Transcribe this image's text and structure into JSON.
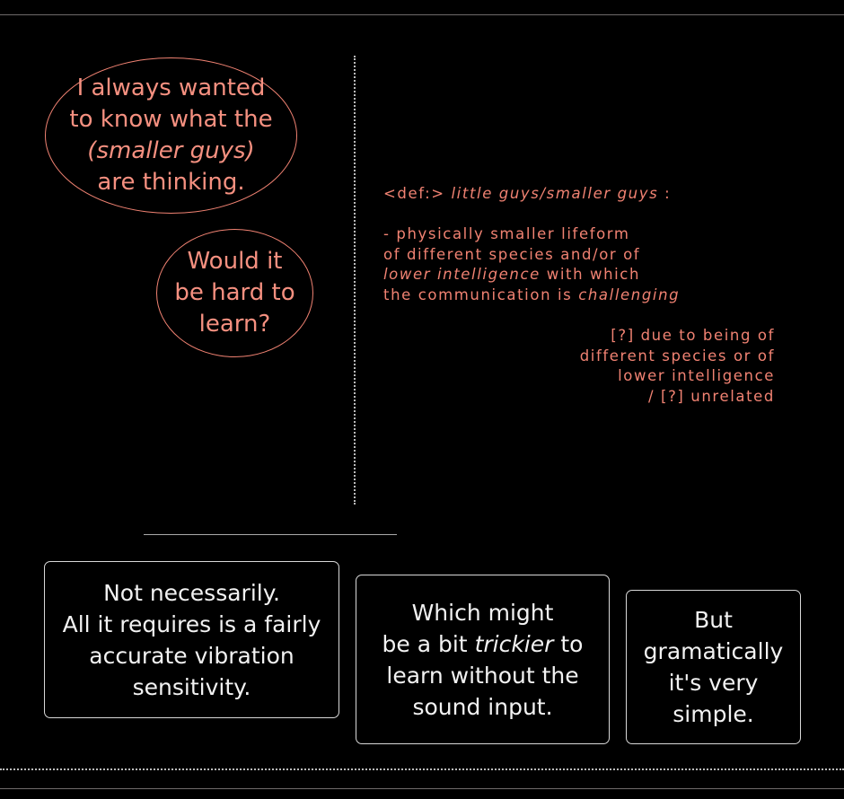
{
  "bubbles": [
    {
      "lines": [
        "I always wanted",
        "to know what the",
        "(smaller guys)",
        "are thinking."
      ]
    },
    {
      "lines": [
        "Would it",
        "be hard to",
        "learn?"
      ]
    }
  ],
  "definition": {
    "prefix": "<def:> ",
    "term": "little guys/smaller guys",
    "term_suffix": " :",
    "line1": "- physically smaller lifeform",
    "line2": "of different species and/or of",
    "line3_italic": "lower intelligence",
    "line3_rest": " with which",
    "line4_start": "the communication is ",
    "line4_italic": "challenging",
    "note_lines": [
      "[?] due to being of",
      "different species or of",
      "lower intelligence",
      "/ [?] unrelated"
    ]
  },
  "boxes": [
    {
      "lines": [
        "Not necessarily.",
        "All it requires is a fairly",
        "accurate vibration",
        "sensitivity."
      ]
    },
    {
      "line1": "Which might",
      "line2_start": "be a bit ",
      "line2_italic": "trickier",
      "line2_end": " to",
      "line3": "learn without the",
      "line4": "sound input."
    },
    {
      "lines": [
        "But",
        "gramatically",
        "it's very",
        "simple."
      ]
    }
  ],
  "colors": {
    "speech": "#f08272",
    "box_text": "#f2f2f2",
    "background": "#000000"
  }
}
